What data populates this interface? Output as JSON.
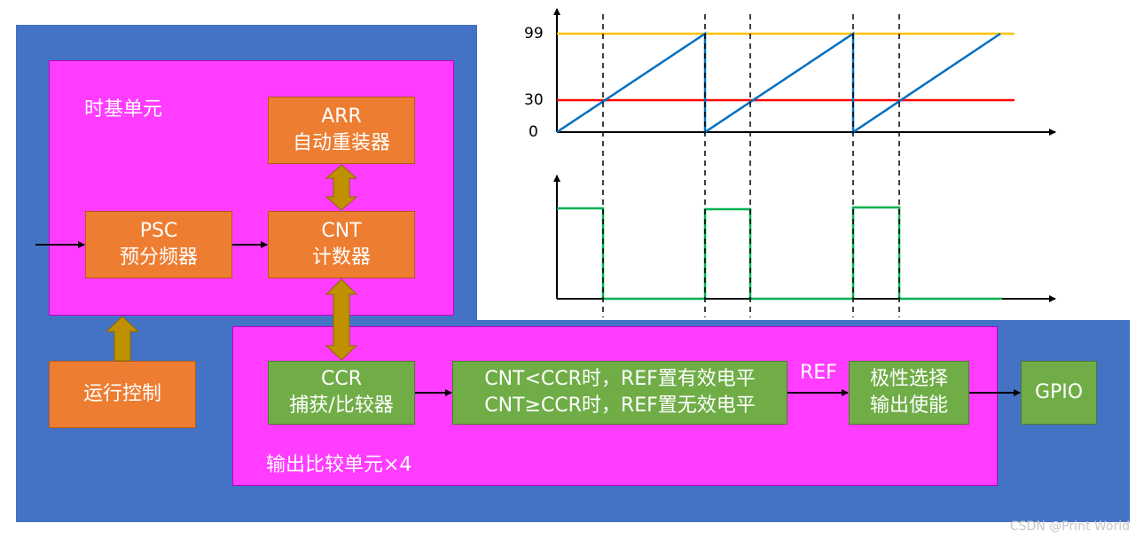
{
  "timebase": {
    "title": "时基单元"
  },
  "arr": {
    "line1": "ARR",
    "line2": "自动重装器"
  },
  "psc": {
    "line1": "PSC",
    "line2": "预分频器"
  },
  "cnt": {
    "line1": "CNT",
    "line2": "计数器"
  },
  "run_control": {
    "label": "运行控制"
  },
  "ccr": {
    "line1": "CCR",
    "line2": "捕获/比较器"
  },
  "mode": {
    "line1": "CNT<CCR时，REF置有效电平",
    "line2": "CNT≥CCR时，REF置无效电平"
  },
  "ref_label": "REF",
  "polarity": {
    "line1": "极性选择",
    "line2": "输出使能"
  },
  "gpio": {
    "label": "GPIO"
  },
  "oc_unit": {
    "title": "输出比较单元×4"
  },
  "graph": {
    "tick_99": "99",
    "tick_30": "30",
    "tick_0": "0"
  },
  "watermark": "CSDN @Print World",
  "colors": {
    "blue": "#4472c4",
    "magenta": "#ff3cff",
    "orange": "#ed7d31",
    "green": "#70ad47",
    "arr_line": "#ffc000",
    "ccr_line": "#ff0000",
    "cnt_line": "#0070c0",
    "pwm_line": "#00b050",
    "bidir_arrow": "#bf9000"
  }
}
